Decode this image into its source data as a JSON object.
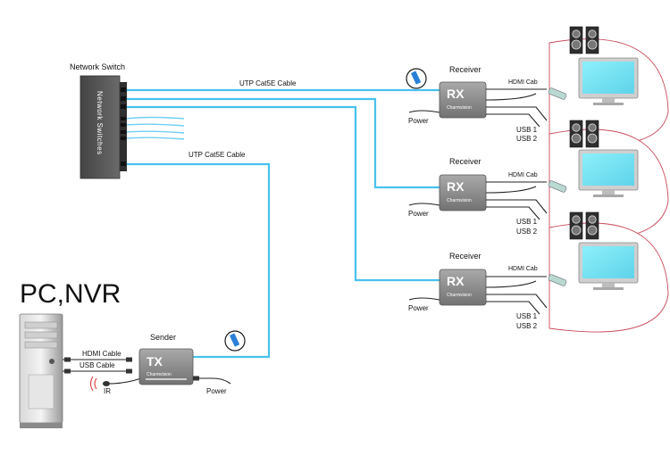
{
  "source": {
    "title": "PC,NVR",
    "hdmi_label": "HDMI Cable",
    "usb_label": "USB Cable",
    "ir_label": "IR",
    "power_label": "Power"
  },
  "sender": {
    "title": "Sender",
    "box_label": "TX",
    "brand": "Charmvision"
  },
  "network_switch": {
    "title": "Network Switch",
    "body_text": "Network Switches"
  },
  "cables": {
    "upper": "UTP Cat5E Cable",
    "lower": "UTP Cat5E Cable"
  },
  "receivers": [
    {
      "title": "Receiver",
      "box_label": "RX",
      "brand": "Charmvision",
      "hdmi_label": "HDMI Cab",
      "power_label": "Power",
      "usb1": "USB 1",
      "usb2": "USB 2"
    },
    {
      "title": "Receiver",
      "box_label": "RX",
      "brand": "Charmvision",
      "hdmi_label": "HDMI Cab",
      "power_label": "Power",
      "usb1": "USB 1",
      "usb2": "USB 2"
    },
    {
      "title": "Receiver",
      "box_label": "RX",
      "brand": "Charmvision",
      "hdmi_label": "HDMI Cab",
      "power_label": "Power",
      "usb1": "USB 1",
      "usb2": "USB 2"
    }
  ],
  "colors": {
    "cable": "#48c1ee",
    "box": "#8c8c8c",
    "switch": "#595959",
    "screen": "#76e3f2"
  }
}
